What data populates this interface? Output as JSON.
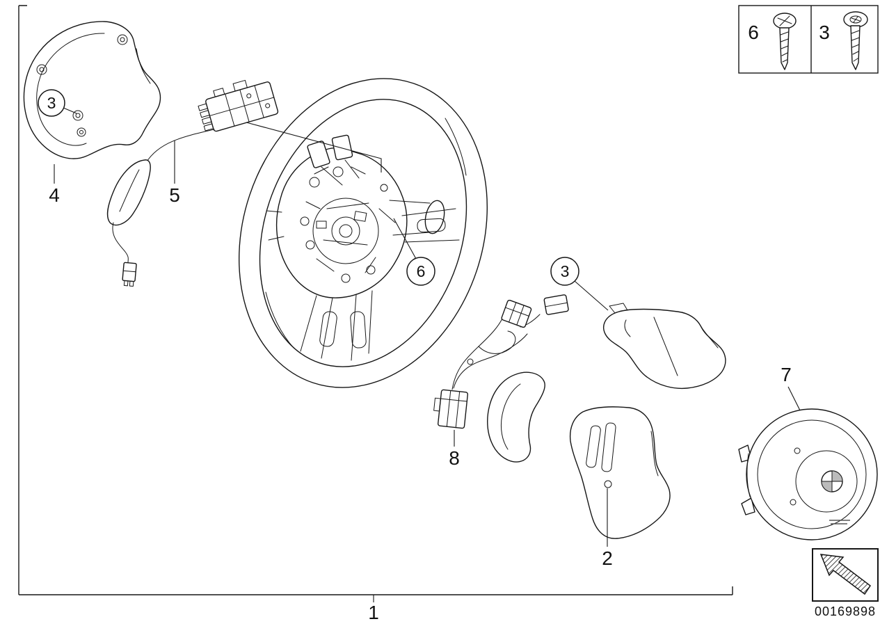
{
  "page": {
    "part_number": "00169898",
    "callouts": {
      "top_left_cover": "3",
      "wheel_center": "6",
      "upper_trim": "3"
    },
    "item_labels": {
      "steering_wheel": "1",
      "lower_trim": "2",
      "cover": "4",
      "shift_switch": "5",
      "airbag_module": "7",
      "harness": "8"
    },
    "legend": {
      "screw_left": "6",
      "screw_right": "3"
    }
  }
}
